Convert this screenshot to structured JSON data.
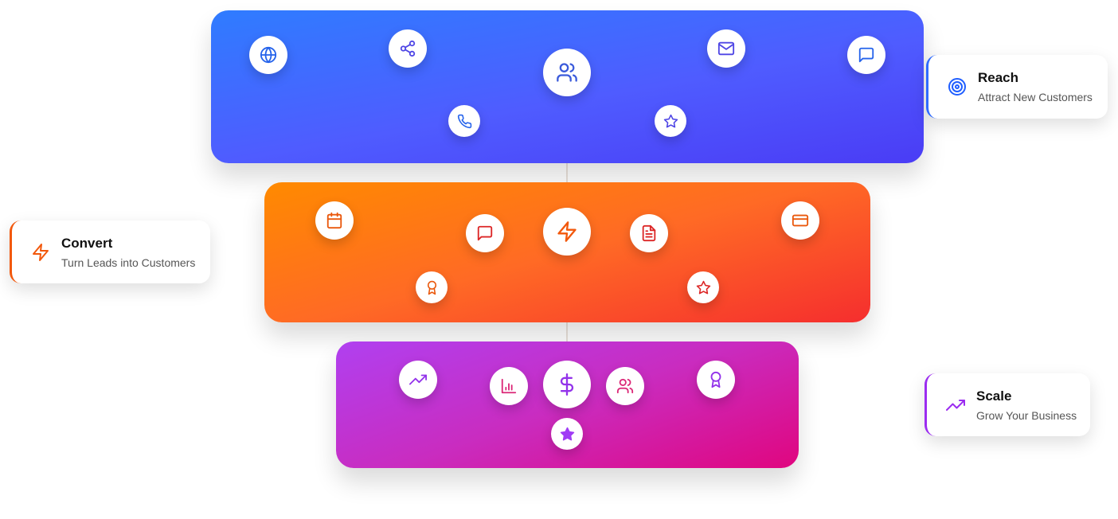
{
  "stages": [
    {
      "title": "Reach",
      "subtitle": "Attract New Customers",
      "accent": "#2f6bff",
      "icons": [
        "globe-icon",
        "share-icon",
        "users-icon",
        "mail-icon",
        "message-icon",
        "phone-icon",
        "star-icon"
      ]
    },
    {
      "title": "Convert",
      "subtitle": "Turn Leads into Customers",
      "accent": "#f2580c",
      "icons": [
        "calendar-icon",
        "message-icon",
        "zap-icon",
        "file-icon",
        "credit-card-icon",
        "award-icon",
        "star-icon"
      ]
    },
    {
      "title": "Scale",
      "subtitle": "Grow Your Business",
      "accent": "#9b2cf0",
      "icons": [
        "trending-up-icon",
        "bar-chart-icon",
        "dollar-icon",
        "users-icon",
        "award-icon",
        "star-icon"
      ]
    }
  ]
}
